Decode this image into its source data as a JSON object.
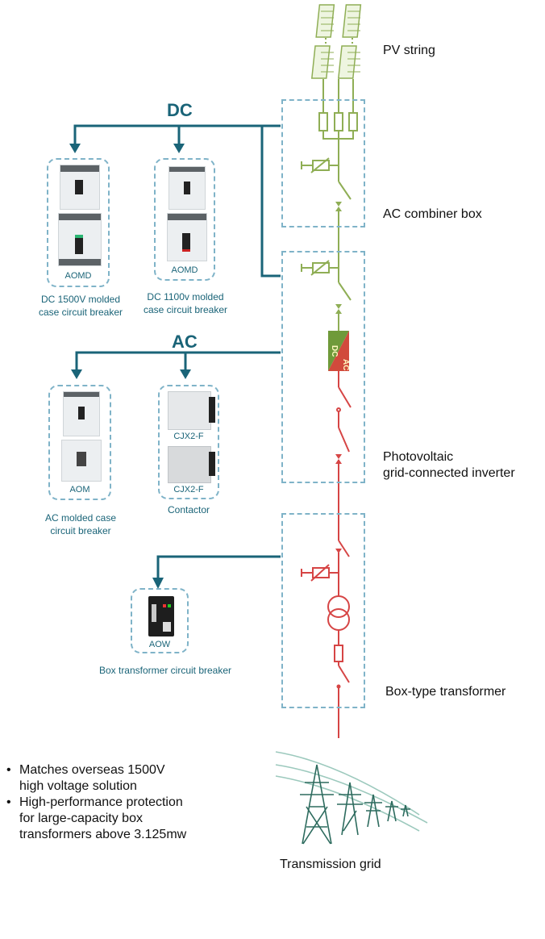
{
  "diagram": {
    "stages": [
      {
        "label": "PV string"
      },
      {
        "label": "AC combiner box"
      },
      {
        "label": "Photovoltaic\ngrid-connected inverter"
      },
      {
        "label": "Box-type transformer"
      },
      {
        "label": "Transmission grid"
      }
    ],
    "branches": {
      "dc": {
        "title": "DC",
        "products": [
          {
            "model": "AOMD",
            "caption_line1": "DC 1500V molded",
            "caption_line2": "case circuit breaker"
          },
          {
            "model": "AOMD",
            "caption_line1": "DC 1100v molded",
            "caption_line2": "case circuit breaker"
          }
        ]
      },
      "ac": {
        "title": "AC",
        "products": [
          {
            "model": "AOM",
            "caption_line1": "AC molded case",
            "caption_line2": "circuit breaker"
          },
          {
            "model_top": "CJX2-F",
            "model": "CJX2-F",
            "caption_line1": "Contactor"
          }
        ]
      },
      "transformer": {
        "products": [
          {
            "model": "AOW",
            "caption_line1": "Box transformer circuit breaker"
          }
        ]
      }
    },
    "inverter_symbol": {
      "top": "DC",
      "bottom": "AC"
    },
    "features": [
      {
        "line1": "Matches overseas 1500V",
        "line2": "high voltage solution"
      },
      {
        "line1": "High-performance protection",
        "line2": "for large-capacity box",
        "line3": "transformers above 3.125mw"
      }
    ],
    "colors": {
      "teal": "#1a6478",
      "dash": "#7fb3c8",
      "dc_line": "#8fae55",
      "ac_line": "#d64545"
    }
  }
}
